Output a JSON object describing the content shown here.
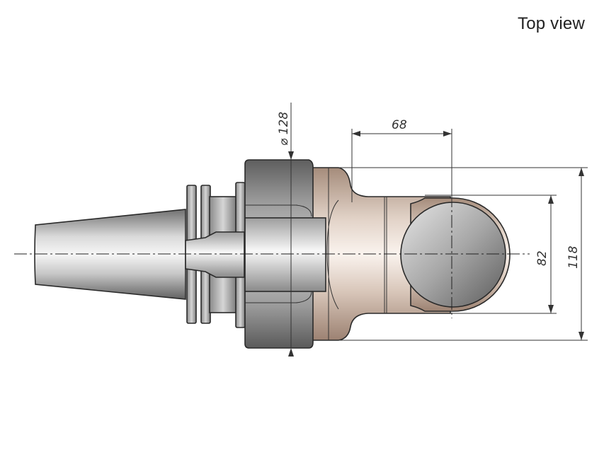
{
  "view": {
    "title": "Top view"
  },
  "dimensions": {
    "diameter": "⌀ 128",
    "width": "68",
    "inner_height": "82",
    "outer_height": "118"
  },
  "colors": {
    "steel_light": "#f2f2f2",
    "steel_mid": "#bdbdbd",
    "steel_dark": "#6a6a6a",
    "housing_light": "#f7efe9",
    "housing_dark": "#b09888",
    "outline": "#2a2a2a"
  }
}
